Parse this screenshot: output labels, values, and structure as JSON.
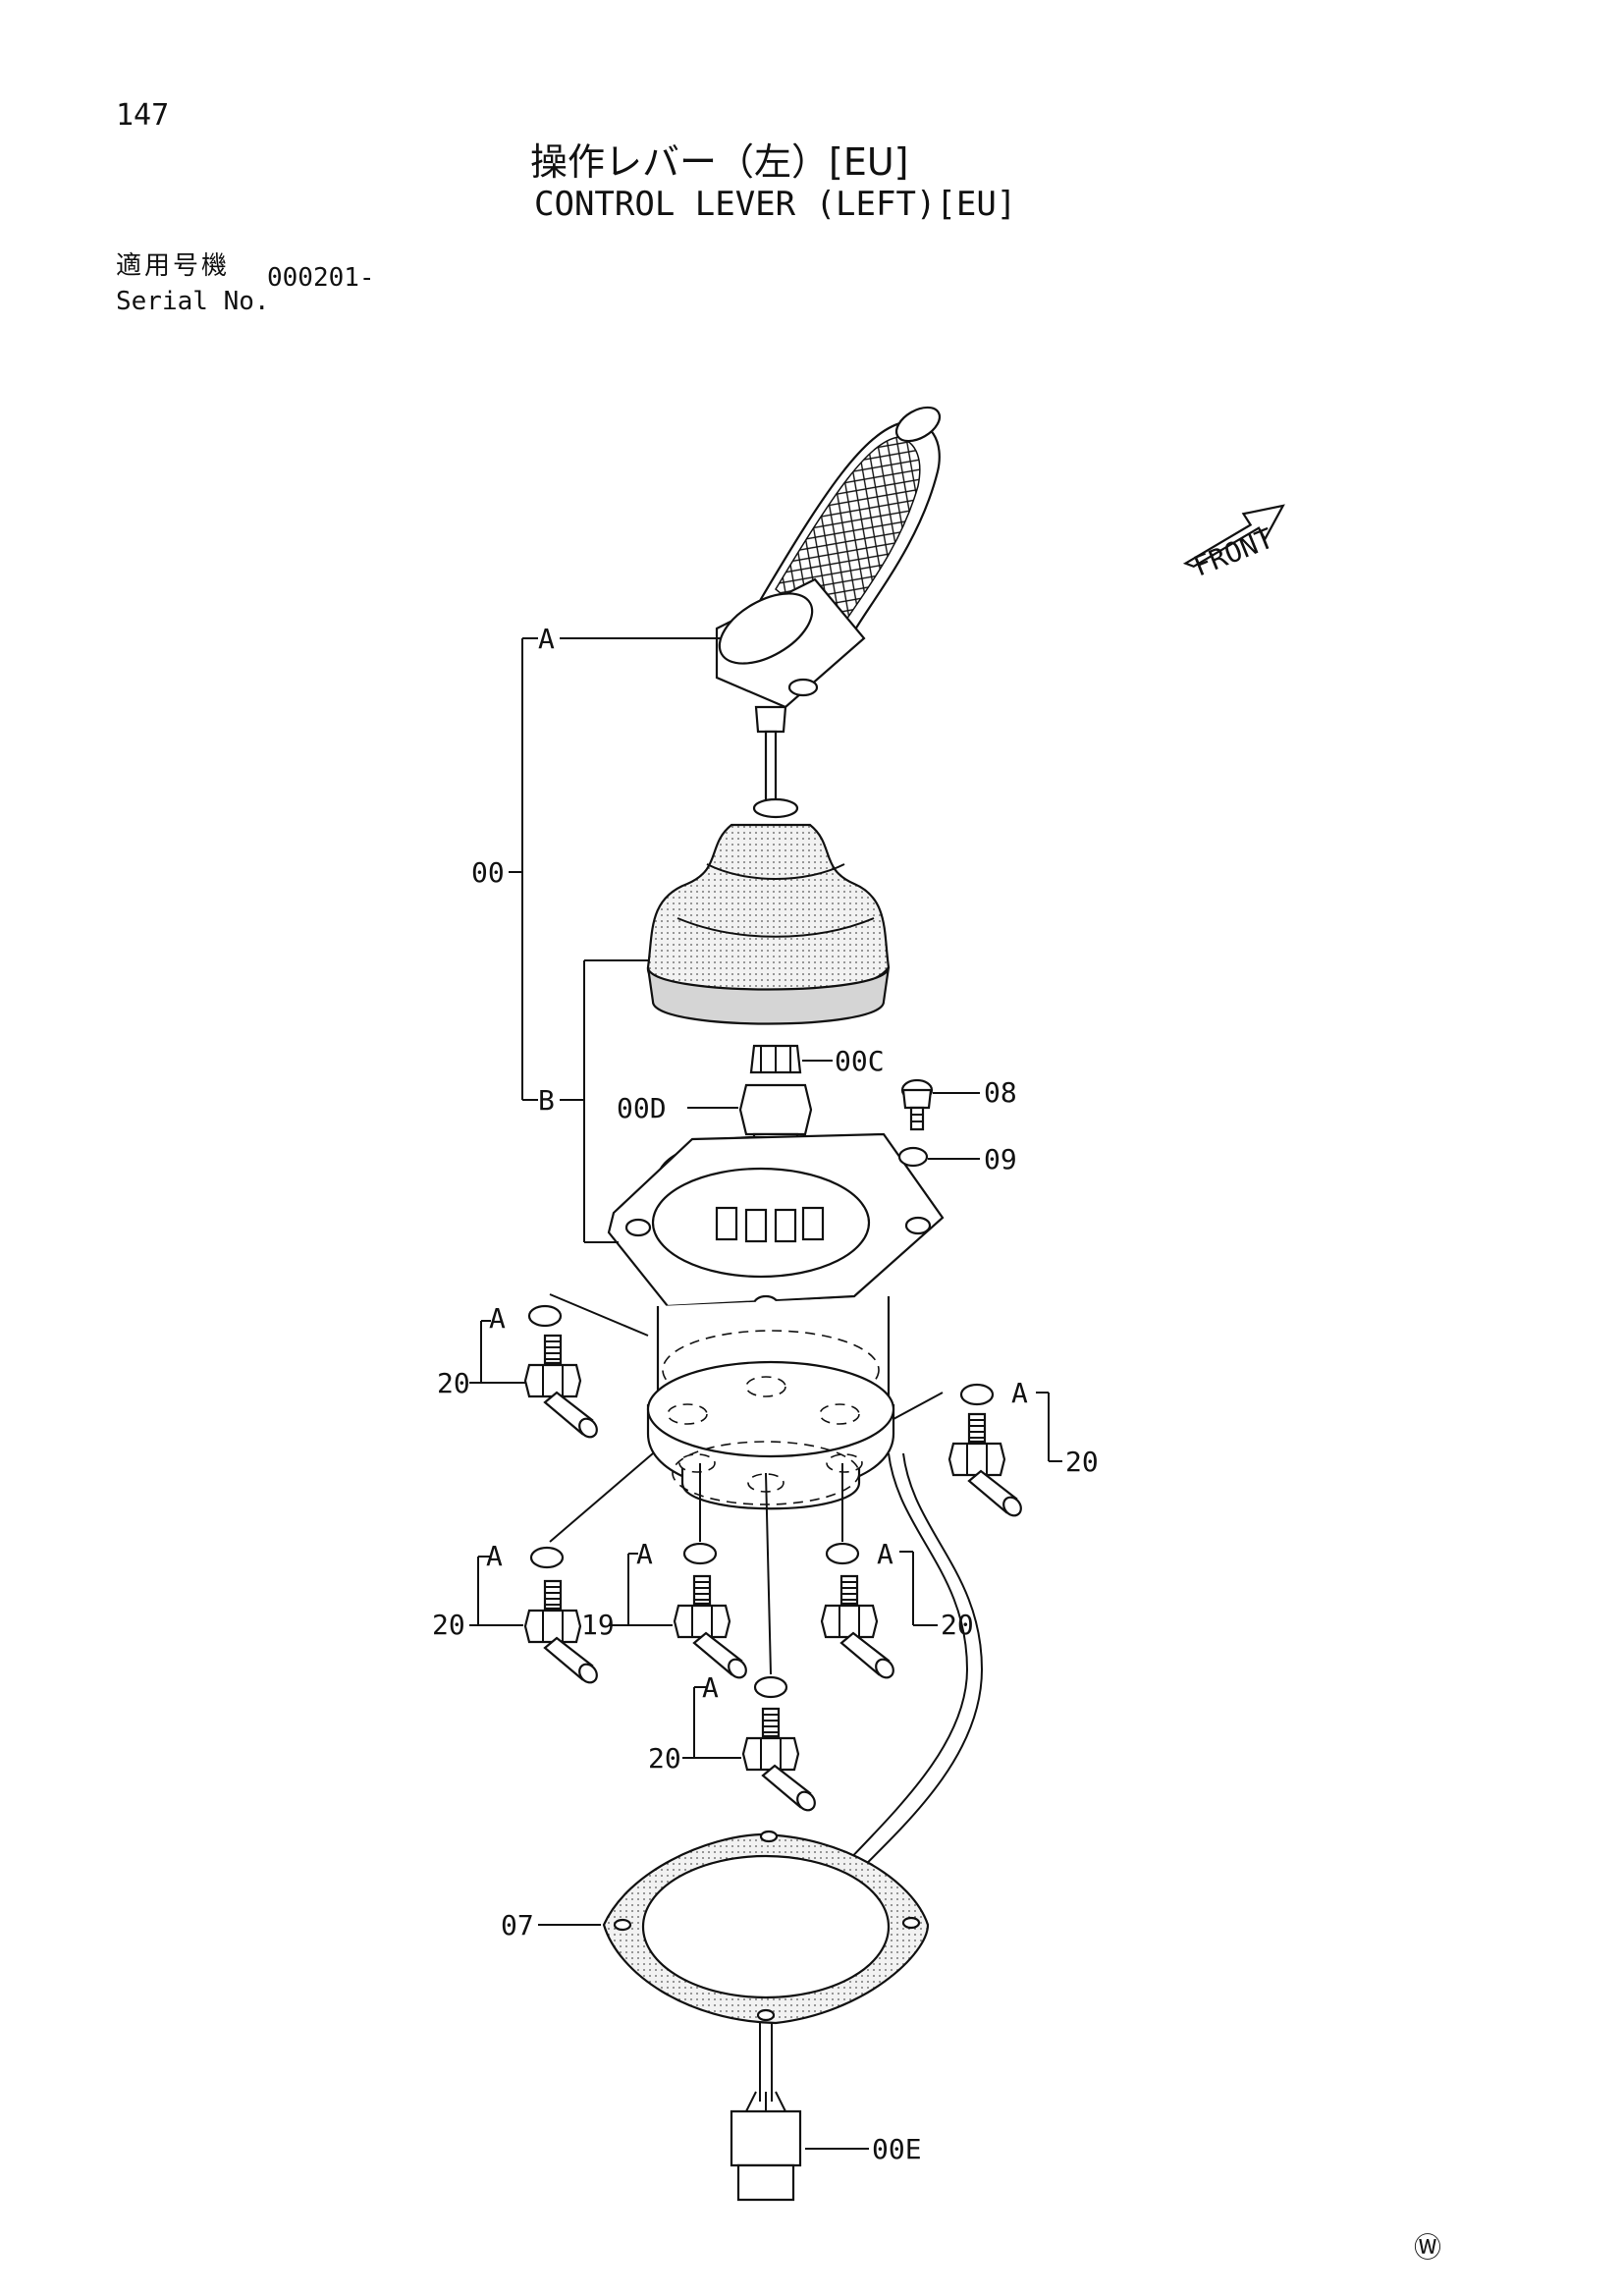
{
  "page": {
    "number": "147",
    "title_jp": "操作レバー（左）[EU]",
    "title_en": "CONTROL LEVER (LEFT)[EU]",
    "serial_label_jp": "適用号機",
    "serial_label_en": "Serial No.",
    "serial_value": "000201-",
    "front_label": "FRONT",
    "mark": "Ⓦ"
  },
  "callouts": {
    "assy": "00",
    "sub_a": "A",
    "sub_b": "B",
    "c": "00C",
    "d": "00D",
    "e": "00E",
    "screw": "08",
    "washer": "09",
    "gasket": "07",
    "fitting": "20",
    "fitting_19": "19"
  }
}
